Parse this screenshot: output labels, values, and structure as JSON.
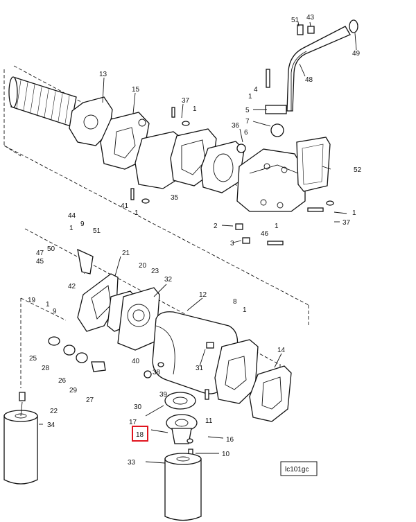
{
  "diagram_code": "lc101gc",
  "highlight_color": "#e0141e",
  "callouts": [
    {
      "id": "c51",
      "text": "51"
    },
    {
      "id": "c43",
      "text": "43"
    },
    {
      "id": "c49",
      "text": "49"
    },
    {
      "id": "c48",
      "text": "48"
    },
    {
      "id": "c13",
      "text": "13"
    },
    {
      "id": "c15",
      "text": "15"
    },
    {
      "id": "c4",
      "text": "4"
    },
    {
      "id": "c1a",
      "text": "1"
    },
    {
      "id": "c37a",
      "text": "37"
    },
    {
      "id": "c1b",
      "text": "1"
    },
    {
      "id": "c5",
      "text": "5"
    },
    {
      "id": "c7",
      "text": "7"
    },
    {
      "id": "c36",
      "text": "36"
    },
    {
      "id": "c6",
      "text": "6"
    },
    {
      "id": "c52",
      "text": "52"
    },
    {
      "id": "c35",
      "text": "35"
    },
    {
      "id": "c41",
      "text": "41"
    },
    {
      "id": "c1c",
      "text": "1"
    },
    {
      "id": "c1d",
      "text": "1"
    },
    {
      "id": "c37b",
      "text": "37"
    },
    {
      "id": "c2",
      "text": "2"
    },
    {
      "id": "c1e",
      "text": "1"
    },
    {
      "id": "c46",
      "text": "46"
    },
    {
      "id": "c3",
      "text": "3"
    },
    {
      "id": "c44",
      "text": "44"
    },
    {
      "id": "c9a",
      "text": "9"
    },
    {
      "id": "c1f",
      "text": "1"
    },
    {
      "id": "c51b",
      "text": "51"
    },
    {
      "id": "c50",
      "text": "50"
    },
    {
      "id": "c47",
      "text": "47"
    },
    {
      "id": "c45",
      "text": "45"
    },
    {
      "id": "c21",
      "text": "21"
    },
    {
      "id": "c20",
      "text": "20"
    },
    {
      "id": "c23",
      "text": "23"
    },
    {
      "id": "c42",
      "text": "42"
    },
    {
      "id": "c32",
      "text": "32"
    },
    {
      "id": "c19",
      "text": "19"
    },
    {
      "id": "c1g",
      "text": "1"
    },
    {
      "id": "c9b",
      "text": "9"
    },
    {
      "id": "c12",
      "text": "12"
    },
    {
      "id": "c8",
      "text": "8"
    },
    {
      "id": "c1h",
      "text": "1"
    },
    {
      "id": "c25",
      "text": "25"
    },
    {
      "id": "c28",
      "text": "28"
    },
    {
      "id": "c26",
      "text": "26"
    },
    {
      "id": "c29",
      "text": "29"
    },
    {
      "id": "c27",
      "text": "27"
    },
    {
      "id": "c14",
      "text": "14"
    },
    {
      "id": "c31",
      "text": "31"
    },
    {
      "id": "c40",
      "text": "40"
    },
    {
      "id": "c38",
      "text": "38"
    },
    {
      "id": "c39",
      "text": "39"
    },
    {
      "id": "c22",
      "text": "22"
    },
    {
      "id": "c34",
      "text": "34"
    },
    {
      "id": "c30",
      "text": "30"
    },
    {
      "id": "c11",
      "text": "11"
    },
    {
      "id": "c17",
      "text": "17"
    },
    {
      "id": "c18",
      "text": "18"
    },
    {
      "id": "c16",
      "text": "16"
    },
    {
      "id": "c10",
      "text": "10"
    },
    {
      "id": "c33",
      "text": "33"
    }
  ]
}
